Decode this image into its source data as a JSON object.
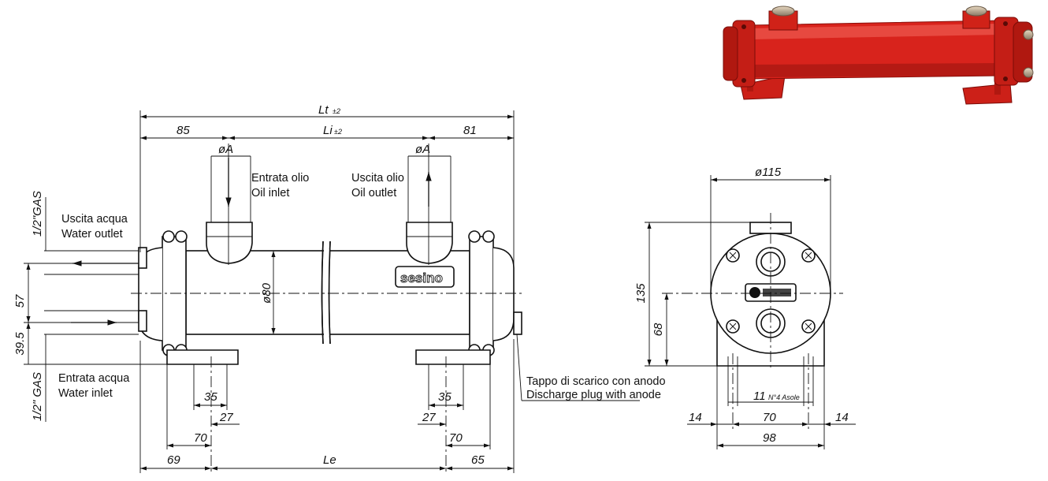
{
  "front_view": {
    "dims": {
      "lt": "Lt",
      "lt_tol": "±2",
      "li": "Li",
      "li_tol": "±2",
      "left_top": "85",
      "right_top": "81",
      "oil_in_dia": "øA",
      "oil_out_dia": "øA",
      "body_dia": "ø80",
      "left_foot_35": "35",
      "left_foot_27": "27",
      "left_foot_70": "70",
      "right_foot_35": "35",
      "right_foot_27": "27",
      "right_foot_70": "70",
      "bottom_left": "69",
      "bottom_mid": "Le",
      "bottom_right": "65",
      "water_57": "57",
      "water_395": "39.5",
      "gas_top": "1/2\"GAS",
      "gas_bottom": "1/2\" GAS"
    },
    "labels": {
      "oil_inlet_it": "Entrata olio",
      "oil_inlet_en": "Oil inlet",
      "oil_outlet_it": "Uscita olio",
      "oil_outlet_en": "Oil outlet",
      "water_outlet_it": "Uscita acqua",
      "water_outlet_en": "Water outlet",
      "water_inlet_it": "Entrata acqua",
      "water_inlet_en": "Water inlet",
      "drain_it": "Tappo di scarico con anodo",
      "drain_en": "Discharge plug with anode"
    },
    "logo": "sesino"
  },
  "side_view": {
    "dims": {
      "dia": "ø115",
      "h135": "135",
      "h68": "68",
      "slot": "11",
      "slot_note": "N°4 Asole",
      "w14l": "14",
      "w70": "70",
      "w14r": "14",
      "w98": "98"
    }
  },
  "photo": {
    "color": "#d8231c"
  }
}
